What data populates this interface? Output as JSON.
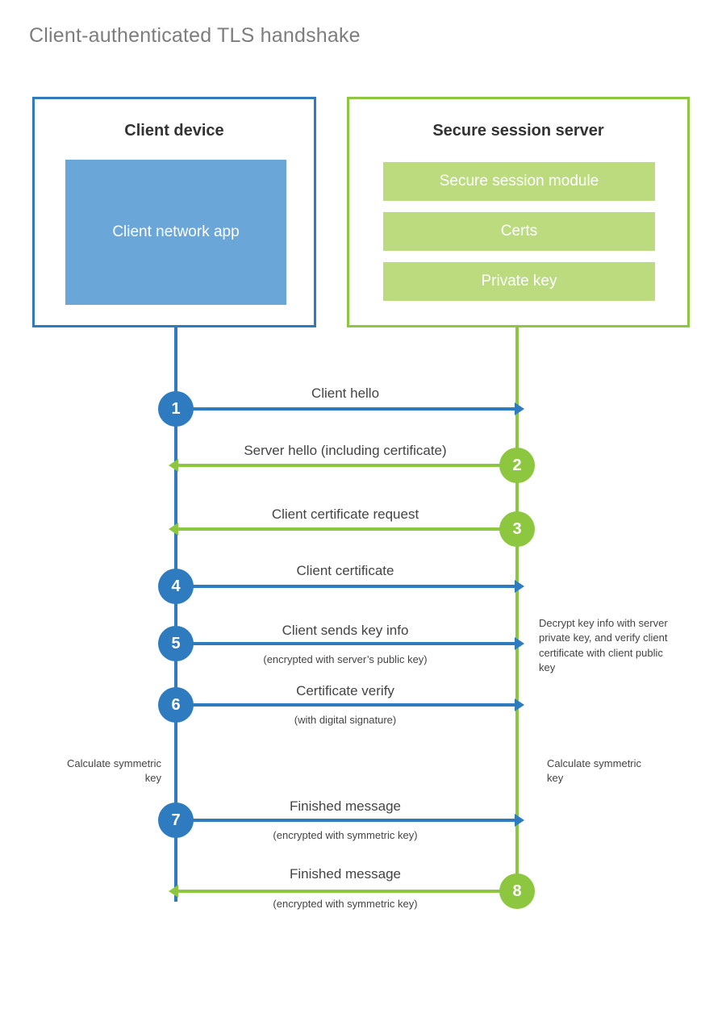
{
  "title": "Client-authenticated TLS handshake",
  "colors": {
    "blue": "#2E7CBF",
    "blue_fill": "#6AA6D8",
    "green": "#8DC63F",
    "green_fill": "#BBDB7E",
    "title_text": "#7d7d7d",
    "body_text": "#444444",
    "heading_text": "#333333"
  },
  "client": {
    "title": "Client device",
    "app_label": "Client network app"
  },
  "server": {
    "title": "Secure session server",
    "components": [
      {
        "label": "Secure session module"
      },
      {
        "label": "Certs"
      },
      {
        "label": "Private key"
      }
    ]
  },
  "steps": [
    {
      "number": "1",
      "label": "Client hello",
      "sub": "",
      "direction": "client-to-server",
      "color": "blue"
    },
    {
      "number": "2",
      "label": "Server hello (including certificate)",
      "sub": "",
      "direction": "server-to-client",
      "color": "green"
    },
    {
      "number": "3",
      "label": "Client certificate request",
      "sub": "",
      "direction": "server-to-client",
      "color": "green"
    },
    {
      "number": "4",
      "label": "Client certificate",
      "sub": "",
      "direction": "client-to-server",
      "color": "blue"
    },
    {
      "number": "5",
      "label": "Client sends key info",
      "sub": "(encrypted with server’s public key)",
      "direction": "client-to-server",
      "color": "blue"
    },
    {
      "number": "6",
      "label": "Certificate verify",
      "sub": "(with digital signature)",
      "direction": "client-to-server",
      "color": "blue"
    },
    {
      "number": "7",
      "label": "Finished message",
      "sub": "(encrypted with symmetric key)",
      "direction": "client-to-server",
      "color": "blue"
    },
    {
      "number": "8",
      "label": "Finished message",
      "sub": "(encrypted with symmetric key)",
      "direction": "server-to-client",
      "color": "green"
    }
  ],
  "annotations": {
    "server_decrypt": "Decrypt key info with server private key, and verify client certificate with client public key",
    "client_calculate": "Calculate symmetric key",
    "server_calculate": "Calculate symmetric key"
  }
}
